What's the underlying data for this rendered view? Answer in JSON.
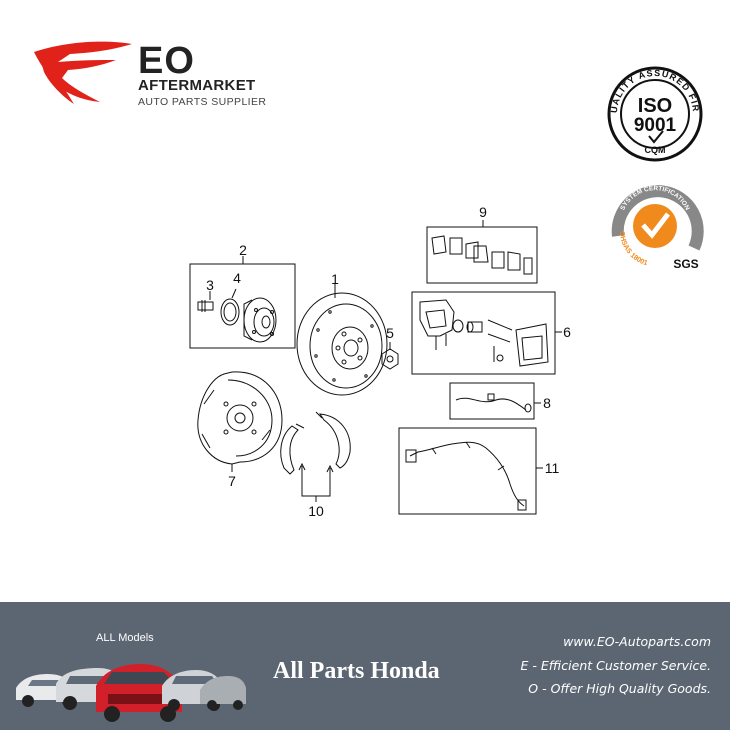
{
  "brand": {
    "name": "EO",
    "line1": "AFTERMARKET",
    "tagline": "AUTO PARTS SUPPLIER",
    "logo_color": "#e0221a"
  },
  "badges": {
    "iso": {
      "ring_text": "QUALITY ASSURED FIRM",
      "main_top": "ISO",
      "main_bottom": "9001",
      "bottom": "CQM"
    },
    "ohsas": {
      "top_text": "SYSTEM CERTIFICATION",
      "side_text": "OHSAS 18001",
      "mark": "SGS",
      "accent": "#f08a1c"
    }
  },
  "diagram": {
    "callouts": [
      "1",
      "2",
      "3",
      "4",
      "5",
      "6",
      "7",
      "8",
      "9",
      "10",
      "11"
    ]
  },
  "footer": {
    "models_label": "ALL Models",
    "title": "All Parts Honda",
    "website": "www.EO-Autoparts.com",
    "line_e": "E - Efficient Customer Service.",
    "line_o": "O - Offer High Quality Goods.",
    "background": "#5c6672"
  }
}
